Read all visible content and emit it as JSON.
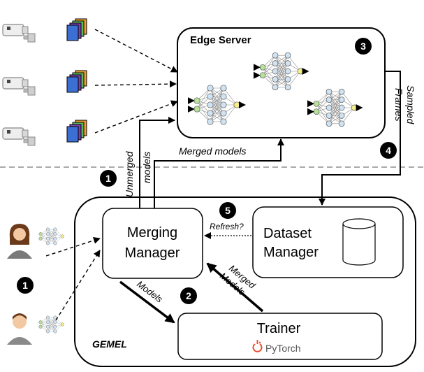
{
  "edge_server": {
    "title": "Edge Server",
    "step": "3"
  },
  "arrows": {
    "sampled_frames_line1": "Sampled",
    "sampled_frames_line2": "Frames",
    "merged_models_top": "Merged models",
    "unmerged_models_line1": "Unmerged",
    "unmerged_models_line2": "models",
    "refresh": "Refresh?",
    "models": "Models",
    "merged_models_line1": "Merged",
    "merged_models_line2": "Models"
  },
  "steps": {
    "step1_top": "1",
    "step1_left": "1",
    "step2": "2",
    "step4": "4",
    "step5": "5"
  },
  "gemel": {
    "label": "GEMEL",
    "merging_manager_line1": "Merging",
    "merging_manager_line2": "Manager",
    "dataset_manager_line1": "Dataset",
    "dataset_manager_line2": "Manager",
    "trainer": "Trainer",
    "pytorch": "PyTorch"
  },
  "colors": {
    "frame_blue": "#3b6fd4",
    "frame_purple": "#7b3fb0",
    "frame_green": "#5cb85c",
    "frame_orange": "#f0a030",
    "node_blue": "#cfe3f3",
    "node_green": "#b7e29a",
    "node_yellow": "#f5f08a",
    "pytorch_orange": "#ee4c2c"
  }
}
